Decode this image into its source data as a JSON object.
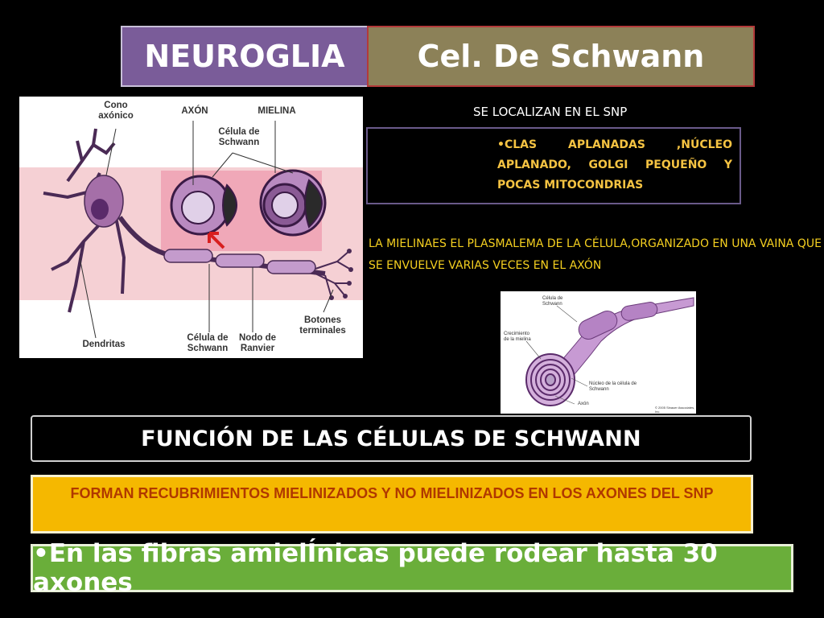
{
  "title": {
    "left": "NEUROGLIA",
    "right": "Cel. De Schwann"
  },
  "localization": "SE LOCALIZAN EN EL SNP",
  "features": "•CLAS APLANADAS ,NÚCLEO APLANADO, GOLGI PEQUEÑO Y POCAS MITOCONDRIAS",
  "myelin_description": "LA MIELINAES EL PLASMALEMA DE LA CÉLULA,ORGANIZADO EN UNA VAINA QUE SE ENVUELVE VARIAS VECES EN EL AXÓN",
  "function_title": "FUNCIÓN DE LAS CÉLULAS DE SCHWANN",
  "function_text": "FORMAN RECUBRIMIENTOS MIELINIZADOS Y NO MIELINIZADOS EN LOS AXONES DEL SNP",
  "amyelinic_text": "•En las fibras amielÍnicas puede rodear hasta 30 axones",
  "neuron_diagram": {
    "cono": "Cono axónico",
    "axon": "AXÓN",
    "mielina": "MIELINA",
    "schwann_top": "Célula de Schwann",
    "dendritas": "Dendritas",
    "schwann_bottom": "Célula de Schwann",
    "nodo": "Nodo de Ranvier",
    "botones": "Botones terminales"
  },
  "myelination_diagram": {
    "schwann": "Célula de Schwann",
    "crecimiento": "Crecimiento de la mielina",
    "nucleo": "Núcleo de la célula de Schwann",
    "axon": "Axón",
    "copyright": "© 2005 Sinauer Associates, Inc."
  },
  "colors": {
    "title_left_bg": "#7a5c99",
    "title_right_bg": "#8c8158",
    "orange_box": "#f5b800",
    "green_box": "#6aae3a",
    "yellow_text": "#f5d020"
  }
}
